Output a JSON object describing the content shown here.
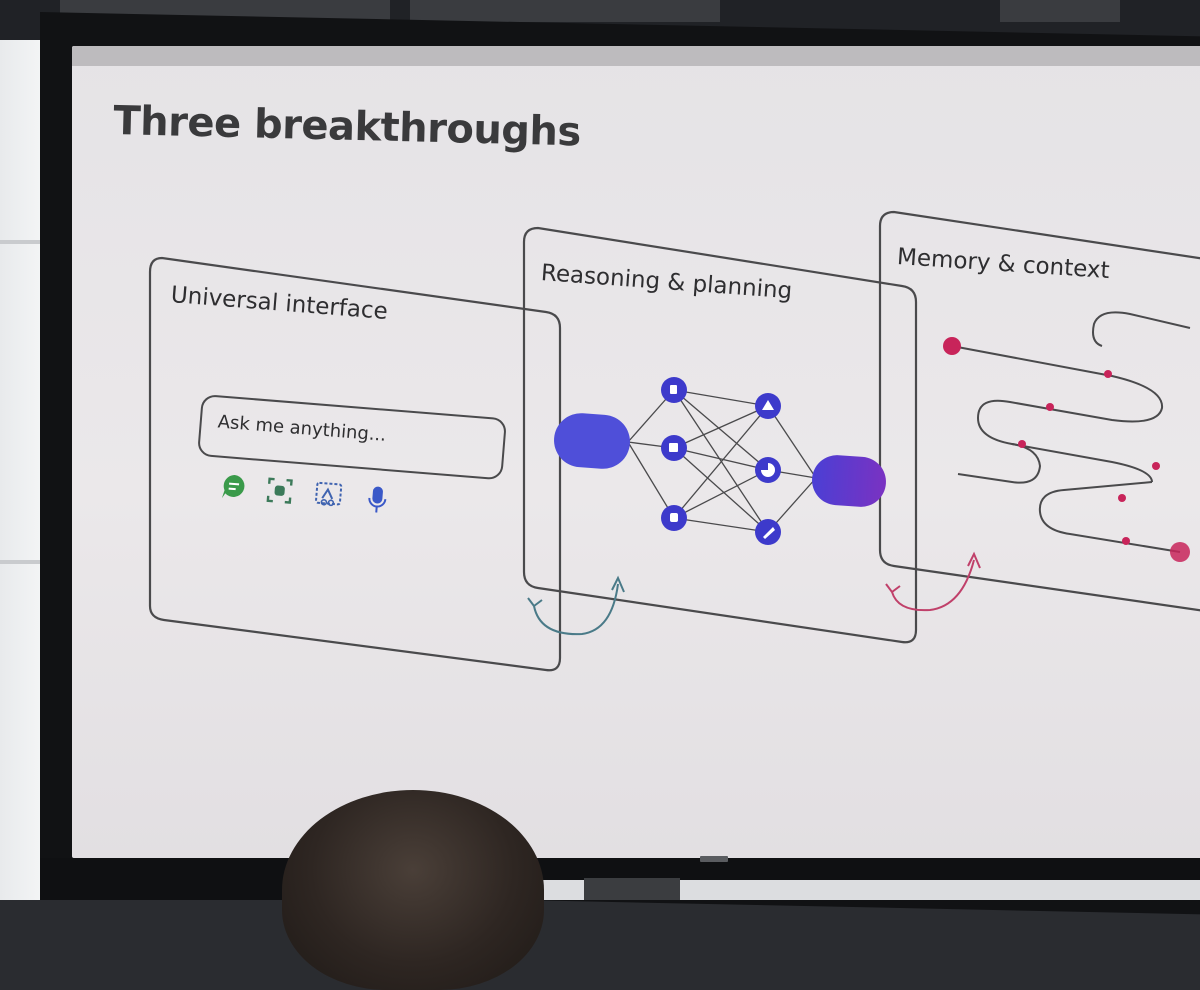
{
  "slide": {
    "title": "Three breakthroughs"
  },
  "panels": {
    "universal": {
      "label": "Universal interface",
      "input_text": "Ask me anything...",
      "icons": [
        "chat-bubble-icon",
        "scan-frame-icon",
        "image-crop-icon",
        "microphone-icon"
      ]
    },
    "reasoning": {
      "label": "Reasoning & planning"
    },
    "memory": {
      "label": "Memory & context"
    }
  },
  "colors": {
    "slide_bg": "#e8e6e9",
    "outline": "#4a4a4c",
    "node_blue": "#3d3acb",
    "pill_blue": "#4f4fd9",
    "pill_purple": "#6a34c8",
    "chat_green": "#3a9a4a",
    "scan_green": "#3c7a5a",
    "crop_blue": "#3f63b0",
    "mic_blue": "#3a58c8",
    "arrow_teal": "#4a7a88",
    "arrow_magenta": "#c0406a",
    "memory_dot": "#c8245a"
  }
}
